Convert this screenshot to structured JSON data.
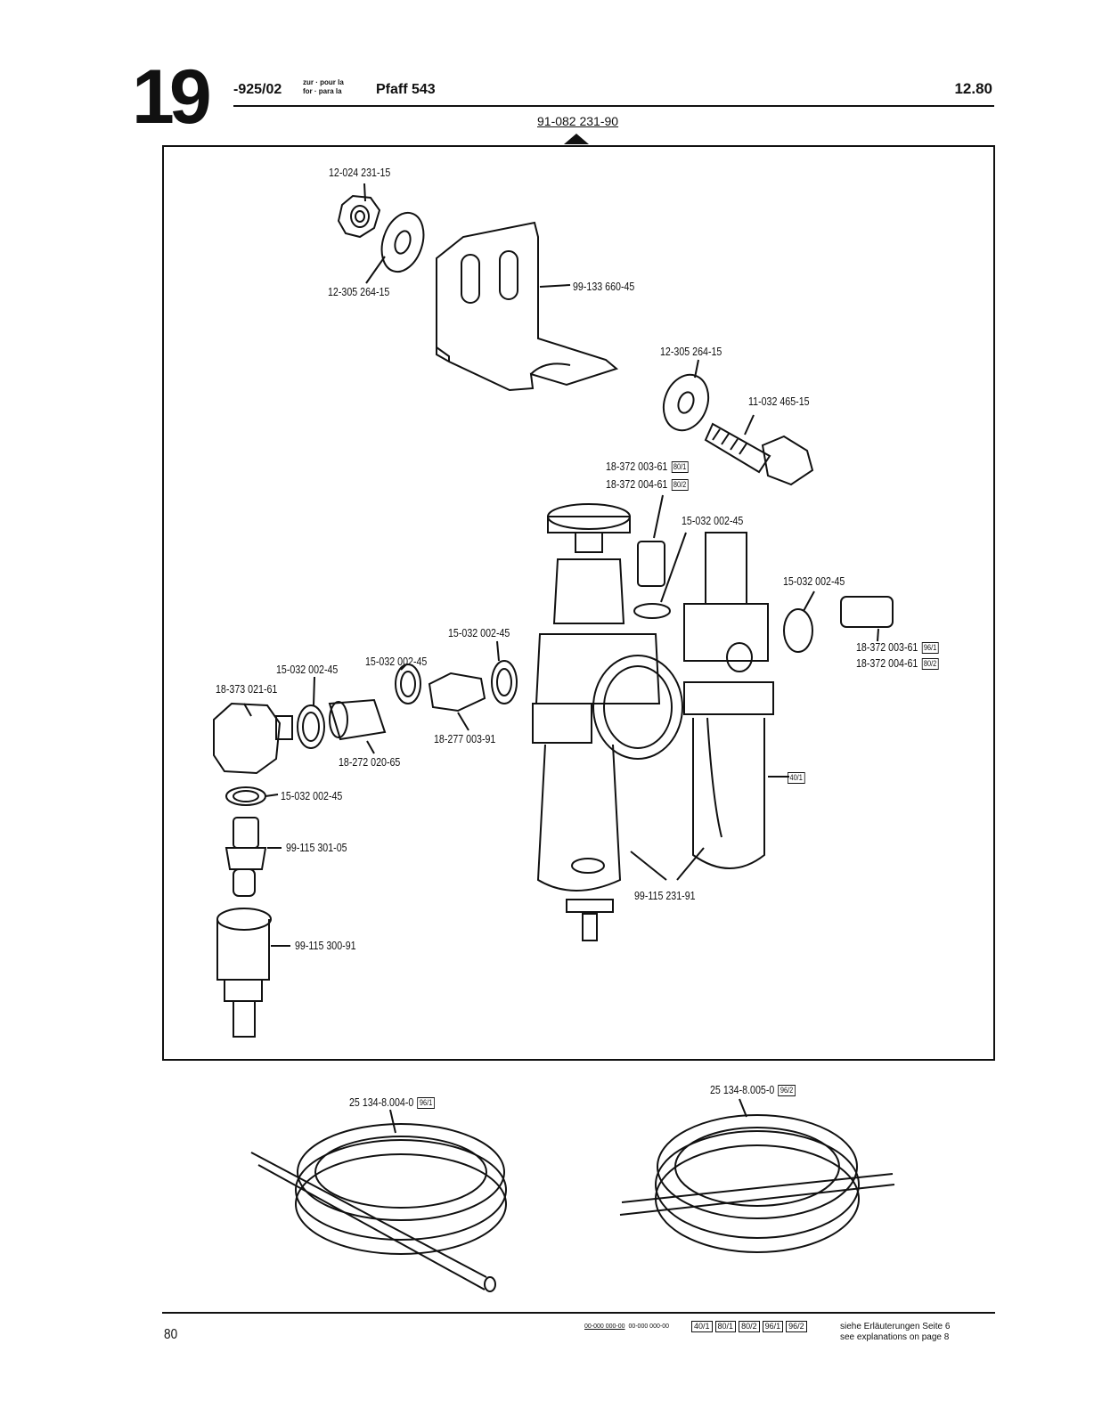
{
  "header": {
    "page_number_big": "19",
    "code": "-925/02",
    "small_line1": "zur · pour la",
    "small_line2": "for · para la",
    "model": "Pfaff 543",
    "date": "12.80"
  },
  "top_reference": "91-082 231-90",
  "parts": [
    {
      "id": "nut",
      "number": "12-024 231-15"
    },
    {
      "id": "washer-top",
      "number": "12-305 264-15"
    },
    {
      "id": "bracket",
      "number": "99-133 660-45"
    },
    {
      "id": "washer-right",
      "number": "12-305 264-15"
    },
    {
      "id": "bolt",
      "number": "11-032 465-15"
    },
    {
      "id": "fitting-top-a",
      "number": "18-372 003-61",
      "tag": "80/1"
    },
    {
      "id": "fitting-top-b",
      "number": "18-372 004-61",
      "tag": "80/2"
    },
    {
      "id": "seal-top",
      "number": "15-032 002-45"
    },
    {
      "id": "seal-right",
      "number": "15-032 002-45"
    },
    {
      "id": "fitting-right-a",
      "number": "18-372 003-61",
      "tag": "96/1"
    },
    {
      "id": "fitting-right-b",
      "number": "18-372 004-61",
      "tag": "80/2"
    },
    {
      "id": "seal-mid",
      "number": "15-032 002-45"
    },
    {
      "id": "seal-left",
      "number": "15-032 002-45"
    },
    {
      "id": "seal-center",
      "number": "15-032 002-45"
    },
    {
      "id": "plug",
      "number": "18-373 021-61"
    },
    {
      "id": "nipple",
      "number": "18-277 003-91"
    },
    {
      "id": "coupler",
      "number": "18-272 020-65"
    },
    {
      "id": "seal-bottom",
      "number": "15-032 002-45"
    },
    {
      "id": "hose-nipple",
      "number": "99-115 301-05"
    },
    {
      "id": "quick-coupling",
      "number": "99-115 300-91"
    },
    {
      "id": "filter-unit",
      "number": "99-115 231-91"
    },
    {
      "id": "lubricator-tag",
      "tag": "40/1"
    },
    {
      "id": "hose-left",
      "number": "25 134-8.004-0",
      "tag": "96/1"
    },
    {
      "id": "hose-right",
      "number": "25 134-8.005-0",
      "tag": "96/2"
    }
  ],
  "footer": {
    "page": "80",
    "code1": "00-000 000-00",
    "code2": "00-000 000-00",
    "tags": [
      "40/1",
      "80/1",
      "80/2",
      "96/1",
      "96/2"
    ],
    "note_de": "siehe Erläuterungen Seite 6",
    "note_en": "see explanations on page 8"
  }
}
